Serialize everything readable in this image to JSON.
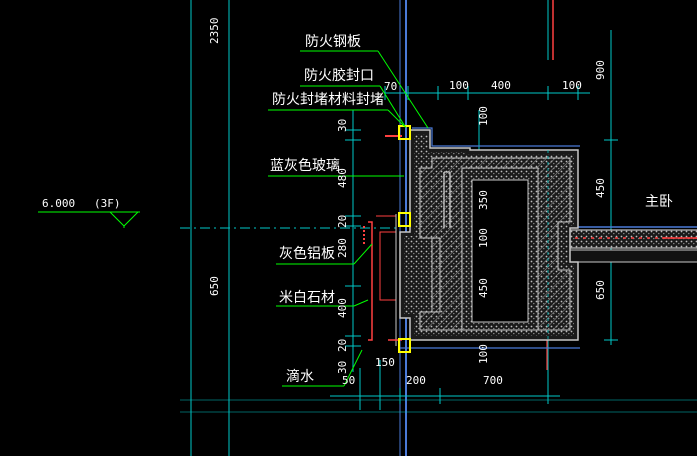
{
  "labels": {
    "fire_steel_plate": "防火钢板",
    "fire_sealant": "防火胶封口",
    "fire_sealing_material": "防火封堵材料封堵",
    "blue_gray_glass": "蓝灰色玻璃",
    "gray_aluminum_panel": "灰色铝板",
    "off_white_stone": "米白石材",
    "drip": "滴水",
    "master_bedroom": "主卧",
    "floor_level": "6.000",
    "floor_tag": "(3F)"
  },
  "dims": {
    "top_2350": "2350",
    "left_650": "650",
    "v30_top": "30",
    "v480": "480",
    "v20_mid": "20",
    "v280": "280",
    "v400": "400",
    "v20_bot": "20",
    "v30_bot": "30",
    "h70": "70",
    "h100a": "100",
    "h400": "400",
    "h100b": "100",
    "in100_top": "100",
    "in350": "350",
    "in100_mid": "100",
    "in450": "450",
    "in100_bot": "100",
    "r900": "900",
    "r450": "450",
    "r650": "650",
    "b50": "50",
    "b150": "150",
    "b200": "200",
    "b700": "700"
  },
  "colors": {
    "background": "#000000",
    "text": "#ffffff",
    "leader": "#00ff00",
    "dimline": "#00c8c8",
    "outline": "#c8c8c8",
    "glass": "#4a7ad8",
    "marker": "#ffff00",
    "red": "#ff4040",
    "hatch": "#909090"
  }
}
